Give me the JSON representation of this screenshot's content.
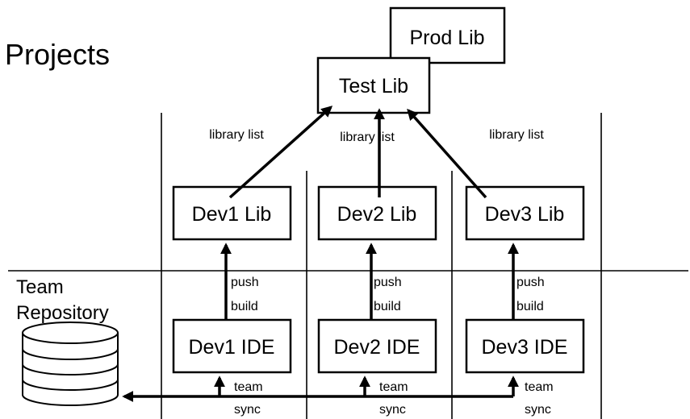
{
  "title": "Projects",
  "repository_label": [
    "Team",
    "Repository"
  ],
  "prod_lib": "Prod Lib",
  "test_lib": "Test Lib",
  "library_list_label": "library list",
  "devs": [
    {
      "lib": "Dev1 Lib",
      "ide": "Dev1 IDE"
    },
    {
      "lib": "Dev2 Lib",
      "ide": "Dev2 IDE"
    },
    {
      "lib": "Dev3 Lib",
      "ide": "Dev3 IDE"
    }
  ],
  "push_label": "push",
  "build_label": "build",
  "team_label": "team",
  "sync_label": "sync"
}
